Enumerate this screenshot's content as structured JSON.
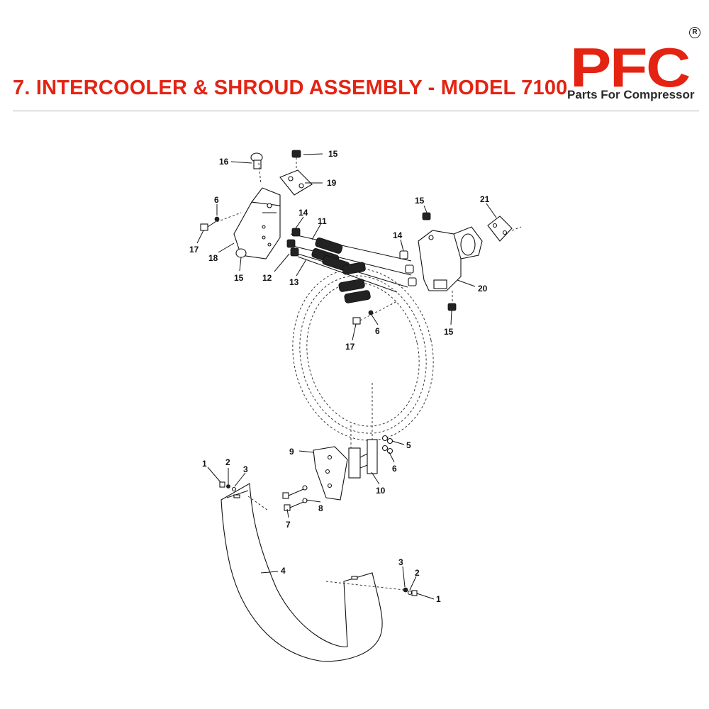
{
  "header": {
    "title": "7. INTERCOOLER & SHROUD ASSEMBLY - MODEL 7100"
  },
  "logo": {
    "mark": "PFC",
    "registered": "R",
    "tagline": "Parts For Compressor",
    "color": "#e42313"
  },
  "callouts": [
    {
      "id": "c16",
      "label": "16"
    },
    {
      "id": "c15a",
      "label": "15"
    },
    {
      "id": "c19",
      "label": "19"
    },
    {
      "id": "c6a",
      "label": "6"
    },
    {
      "id": "c17a",
      "label": "17"
    },
    {
      "id": "c18",
      "label": "18"
    },
    {
      "id": "c15b",
      "label": "15"
    },
    {
      "id": "c14a",
      "label": "14"
    },
    {
      "id": "c11",
      "label": "11"
    },
    {
      "id": "c12",
      "label": "12"
    },
    {
      "id": "c13",
      "label": "13"
    },
    {
      "id": "c15c",
      "label": "15"
    },
    {
      "id": "c21",
      "label": "21"
    },
    {
      "id": "c14b",
      "label": "14"
    },
    {
      "id": "c20",
      "label": "20"
    },
    {
      "id": "c15d",
      "label": "15"
    },
    {
      "id": "c17b",
      "label": "17"
    },
    {
      "id": "c6b",
      "label": "6"
    },
    {
      "id": "c9",
      "label": "9"
    },
    {
      "id": "c5",
      "label": "5"
    },
    {
      "id": "c6c",
      "label": "6"
    },
    {
      "id": "c10",
      "label": "10"
    },
    {
      "id": "c1a",
      "label": "1"
    },
    {
      "id": "c2a",
      "label": "2"
    },
    {
      "id": "c3a",
      "label": "3"
    },
    {
      "id": "c8",
      "label": "8"
    },
    {
      "id": "c7",
      "label": "7"
    },
    {
      "id": "c4",
      "label": "4"
    },
    {
      "id": "c3b",
      "label": "3"
    },
    {
      "id": "c2b",
      "label": "2"
    },
    {
      "id": "c1b",
      "label": "1"
    }
  ]
}
